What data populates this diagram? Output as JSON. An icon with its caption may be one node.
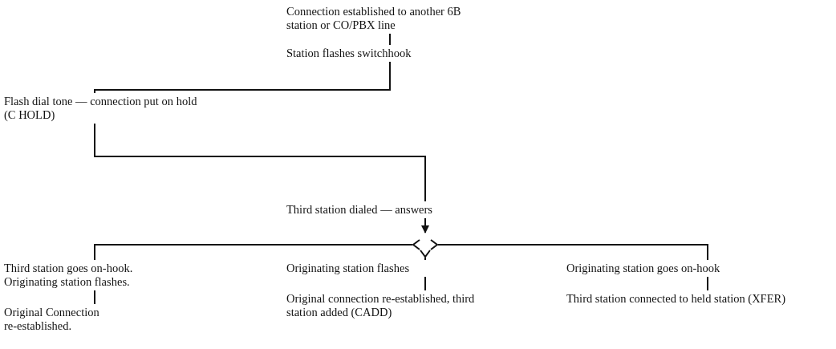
{
  "diagram": {
    "nodes": [
      {
        "text": [
          "Connection established to another 6B station or CO/PBX line"
        ]
      },
      {
        "text": [
          "Station flashes switchhook"
        ]
      },
      {
        "text": [
          "Flash dial tone — connection put on hold (C HOLD)"
        ]
      },
      {
        "text": [
          "Third station dialed — answers"
        ]
      },
      {
        "text": [
          "Third station goes on-hook. Originating station flashes."
        ]
      },
      {
        "text": [
          "Original Connection re-established."
        ]
      },
      {
        "text": [
          "Originating station flashes"
        ]
      },
      {
        "text": [
          "Original connection re-established, third station added (CADD)"
        ]
      },
      {
        "text": [
          "Originating station goes on-hook"
        ]
      },
      {
        "text": [
          "Third station connected to held station (XFER)"
        ]
      }
    ],
    "edges": [
      {
        "from": 0,
        "to": 1,
        "arrow": "none"
      },
      {
        "from": 1,
        "to": 2,
        "arrow": "none"
      },
      {
        "from": 2,
        "to": 3,
        "arrow": "none"
      },
      {
        "from": 3,
        "to": 4,
        "arrow": "to"
      },
      {
        "from": 3,
        "to": 6,
        "arrow": "to"
      },
      {
        "from": 3,
        "to": 8,
        "arrow": "to"
      },
      {
        "from": 4,
        "to": 5,
        "arrow": "none"
      },
      {
        "from": 6,
        "to": 7,
        "arrow": "none"
      },
      {
        "from": 8,
        "to": 9,
        "arrow": "none"
      }
    ]
  }
}
